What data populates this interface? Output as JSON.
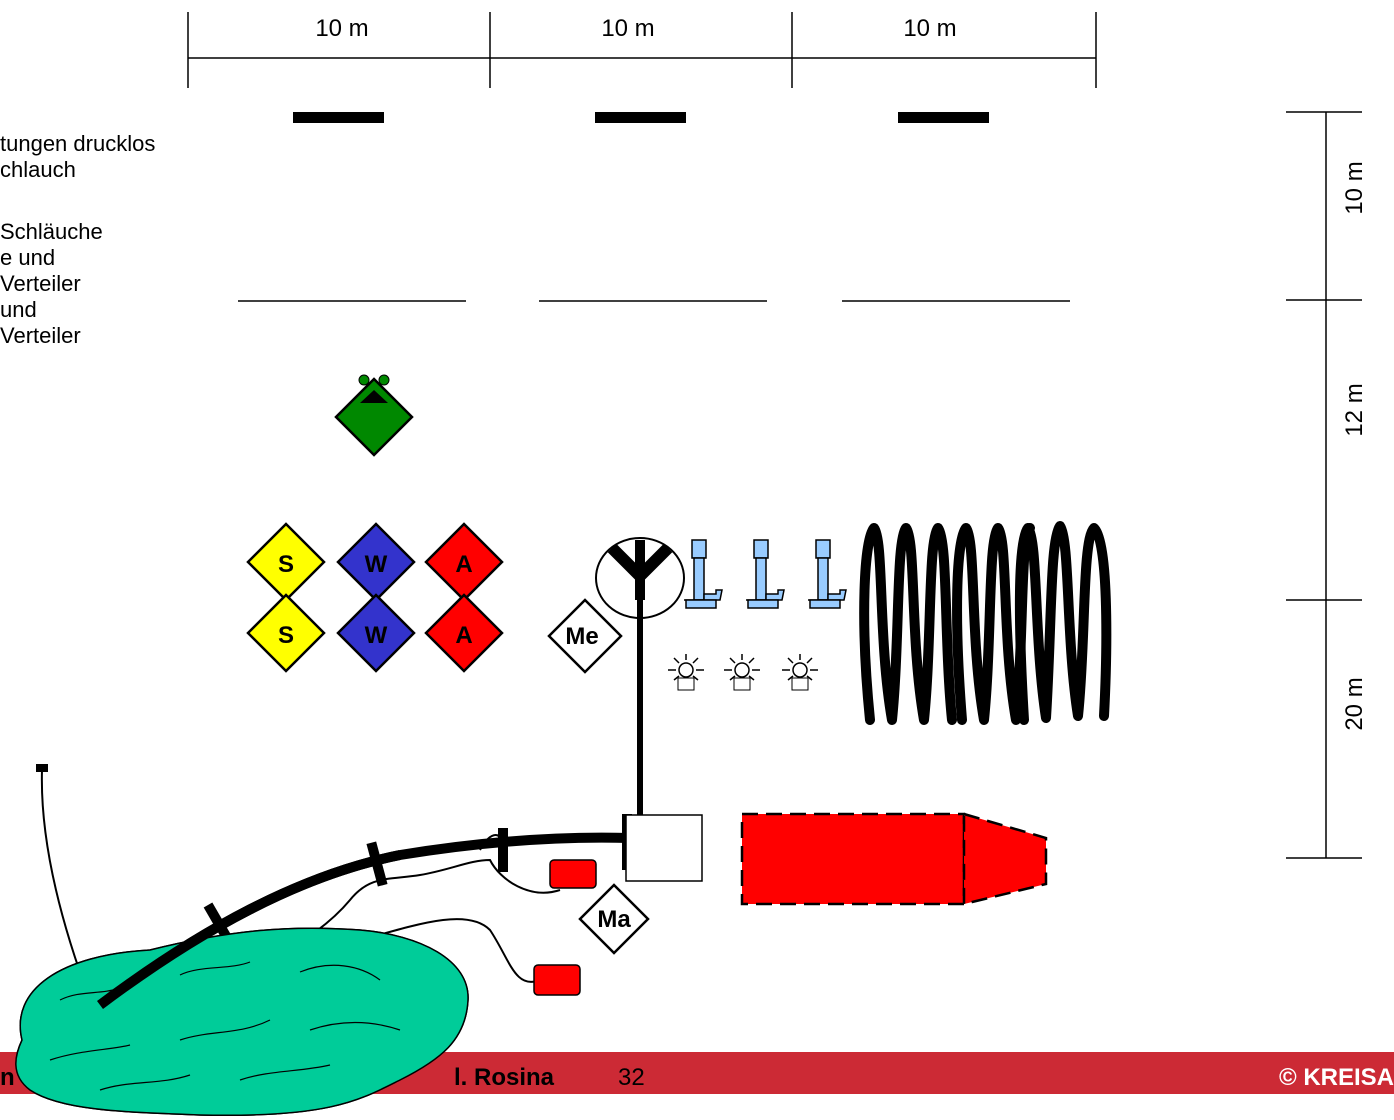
{
  "scale_top": {
    "segments": [
      {
        "label": "10 m"
      },
      {
        "label": "10 m"
      },
      {
        "label": "10 m"
      }
    ]
  },
  "scale_right": {
    "segments": [
      {
        "label": "10 m"
      },
      {
        "label": "12 m"
      },
      {
        "label": "20 m"
      }
    ]
  },
  "legend": {
    "lines_group1": [
      "tungen drucklos",
      "chlauch"
    ],
    "lines_group2": [
      "Schläuche",
      "e und",
      "Verteiler",
      "und",
      "Verteiler"
    ]
  },
  "symbols": {
    "row1": [
      {
        "letter": "S",
        "color": "#ffff00"
      },
      {
        "letter": "W",
        "color": "#3333cc"
      },
      {
        "letter": "A",
        "color": "#ff0000"
      }
    ],
    "row2": [
      {
        "letter": "S",
        "color": "#ffff00"
      },
      {
        "letter": "W",
        "color": "#3333cc"
      },
      {
        "letter": "A",
        "color": "#ff0000"
      }
    ],
    "me": "Me",
    "ma": "Ma",
    "distributor_color": "#008800",
    "pump_color": "#99ccff",
    "pond_color": "#00cc99",
    "vehicle_color": "#ff0000"
  },
  "footer": {
    "left_fragment": "n",
    "author_fragment": "l. Rosina",
    "page_number": "32",
    "copyright": "© KREISA",
    "bar_color": "#cc2a35"
  }
}
